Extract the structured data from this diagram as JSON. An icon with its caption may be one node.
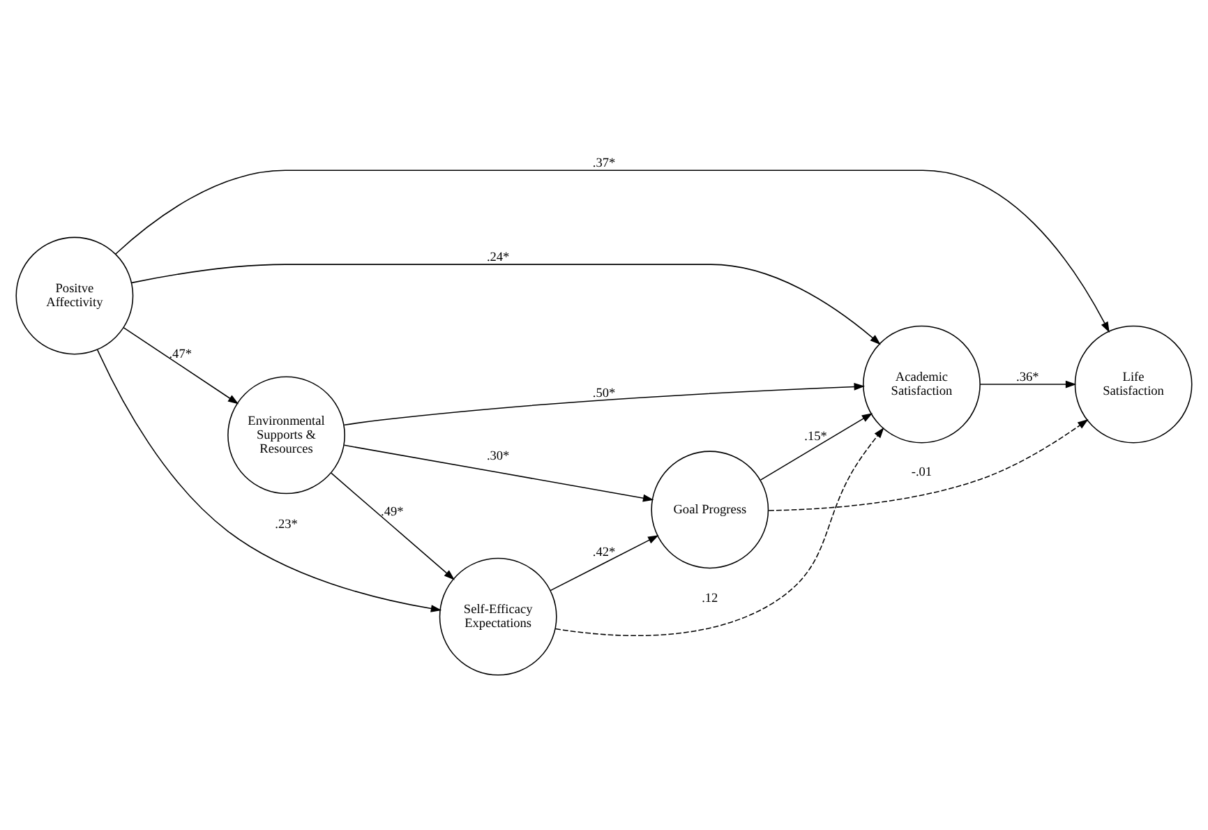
{
  "diagram": {
    "nodes": [
      {
        "text": [
          "Positve Affectivity"
        ]
      },
      {
        "text": [
          "Self-Efficacy Expectations"
        ]
      },
      {
        "text": [
          "Environmental Supports & Resources"
        ]
      },
      {
        "text": [
          "Goal Progress"
        ]
      },
      {
        "text": [
          "Academic Satisfaction"
        ]
      },
      {
        "text": [
          "Life Satisfaction"
        ]
      }
    ],
    "edges": [
      {
        "from": 0,
        "to": 2,
        "arrow": "to",
        "label": ".47*"
      },
      {
        "from": 0,
        "to": 1,
        "arrow": "to",
        "label": ".23*"
      },
      {
        "from": 1,
        "to": 4,
        "arrow": "to",
        "label": ".12",
        "style": "dashed"
      },
      {
        "from": 0,
        "to": 4,
        "arrow": "to",
        "label": ".24*"
      },
      {
        "from": 0,
        "to": 5,
        "arrow": "to",
        "label": ".37*"
      },
      {
        "from": 2,
        "to": 1,
        "arrow": "to",
        "label": ".49*"
      },
      {
        "from": 1,
        "to": 3,
        "arrow": "to",
        "label": ".42*"
      },
      {
        "from": 2,
        "to": 3,
        "arrow": "to",
        "label": ".30*"
      },
      {
        "from": 3,
        "to": 4,
        "arrow": "to",
        "label": ".15*"
      },
      {
        "from": 4,
        "to": 5,
        "arrow": "to",
        "label": ".36*"
      },
      {
        "from": 3,
        "to": 5,
        "arrow": "to",
        "label": "-.01",
        "style": "dashed"
      },
      {
        "from": 2,
        "to": 4,
        "arrow": "to",
        "label": ".50*"
      }
    ]
  }
}
